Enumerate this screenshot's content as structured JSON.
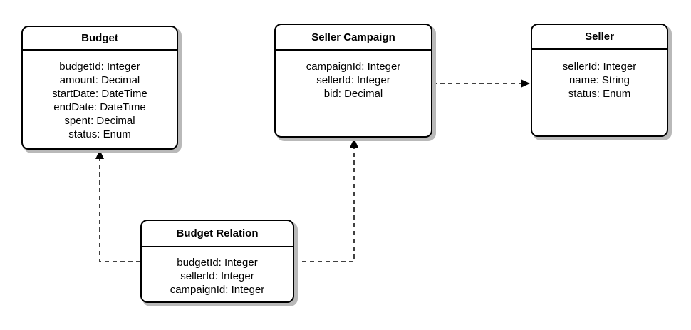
{
  "diagram": {
    "kind": "entity-relationship-diagram",
    "entities": [
      {
        "id": "budget",
        "title": "Budget",
        "fields": [
          "budgetId: Integer",
          "amount: Decimal",
          "startDate: DateTime",
          "endDate: DateTime",
          "spent: Decimal",
          "status: Enum"
        ]
      },
      {
        "id": "seller-campaign",
        "title": "Seller Campaign",
        "fields": [
          "campaignId: Integer",
          "sellerId: Integer",
          "bid: Decimal"
        ]
      },
      {
        "id": "seller",
        "title": "Seller",
        "fields": [
          "sellerId: Integer",
          "name: String",
          "status: Enum"
        ]
      },
      {
        "id": "budget-relation",
        "title": "Budget Relation",
        "fields": [
          "budgetId: Integer",
          "sellerId: Integer",
          "campaignId: Integer"
        ]
      }
    ],
    "relations": [
      {
        "from": "Budget Relation",
        "to": "Budget",
        "style": "dashed",
        "arrow": "filled-triangle"
      },
      {
        "from": "Budget Relation",
        "to": "Seller Campaign",
        "style": "dashed",
        "arrow": "filled-triangle"
      },
      {
        "from": "Seller Campaign",
        "to": "Seller",
        "style": "dashed",
        "arrow": "filled-triangle"
      }
    ],
    "colors": {
      "background": "#ffffff",
      "entity_fill": "#ffffff",
      "entity_border": "#000000",
      "entity_shadow": "#b9b9b9",
      "connector": "#404040",
      "arrowhead": "#000000",
      "text": "#000000"
    }
  }
}
